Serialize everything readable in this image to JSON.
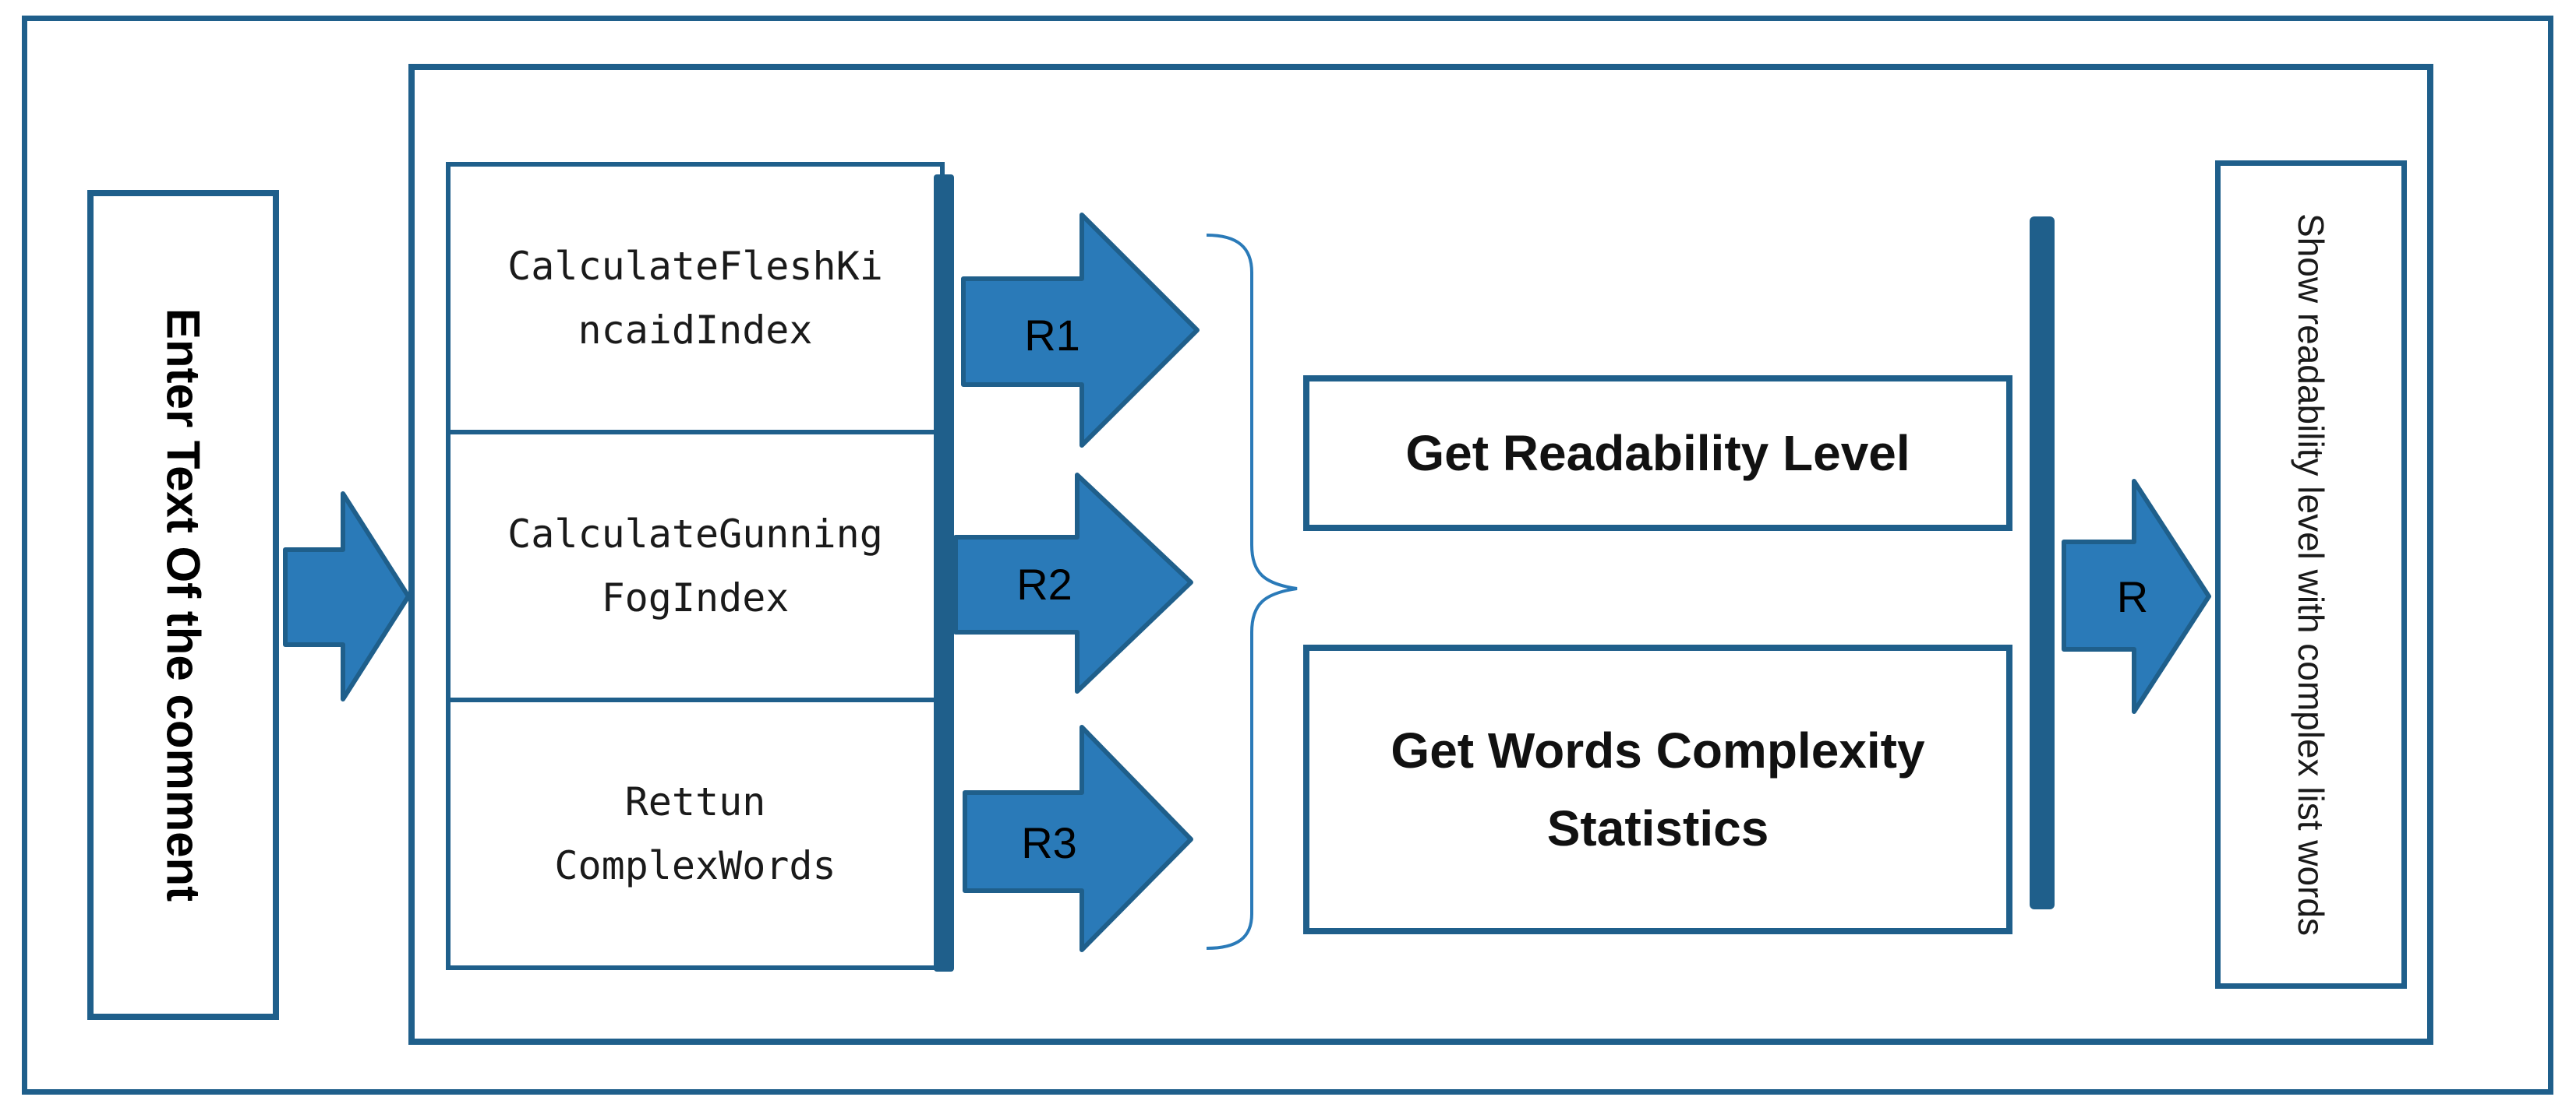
{
  "diagram": {
    "input_box": {
      "label": "Enter Text Of the comment"
    },
    "methods": [
      {
        "label": "CalculateFleshKi\nncaidIndex",
        "result": "R1"
      },
      {
        "label": "CalculateGunning\nFogIndex",
        "result": "R2"
      },
      {
        "label": "Rettun\nComplexWords",
        "result": "R3"
      }
    ],
    "steps": [
      {
        "label": "Get Readability Level"
      },
      {
        "label": "Get Words Complexity\nStatistics"
      }
    ],
    "final_arrow_label": "R",
    "output_box": {
      "label": "Show readability level with complex list words"
    },
    "colors": {
      "stroke": "#1f5f8b",
      "arrow_fill": "#2a7ab8"
    }
  }
}
